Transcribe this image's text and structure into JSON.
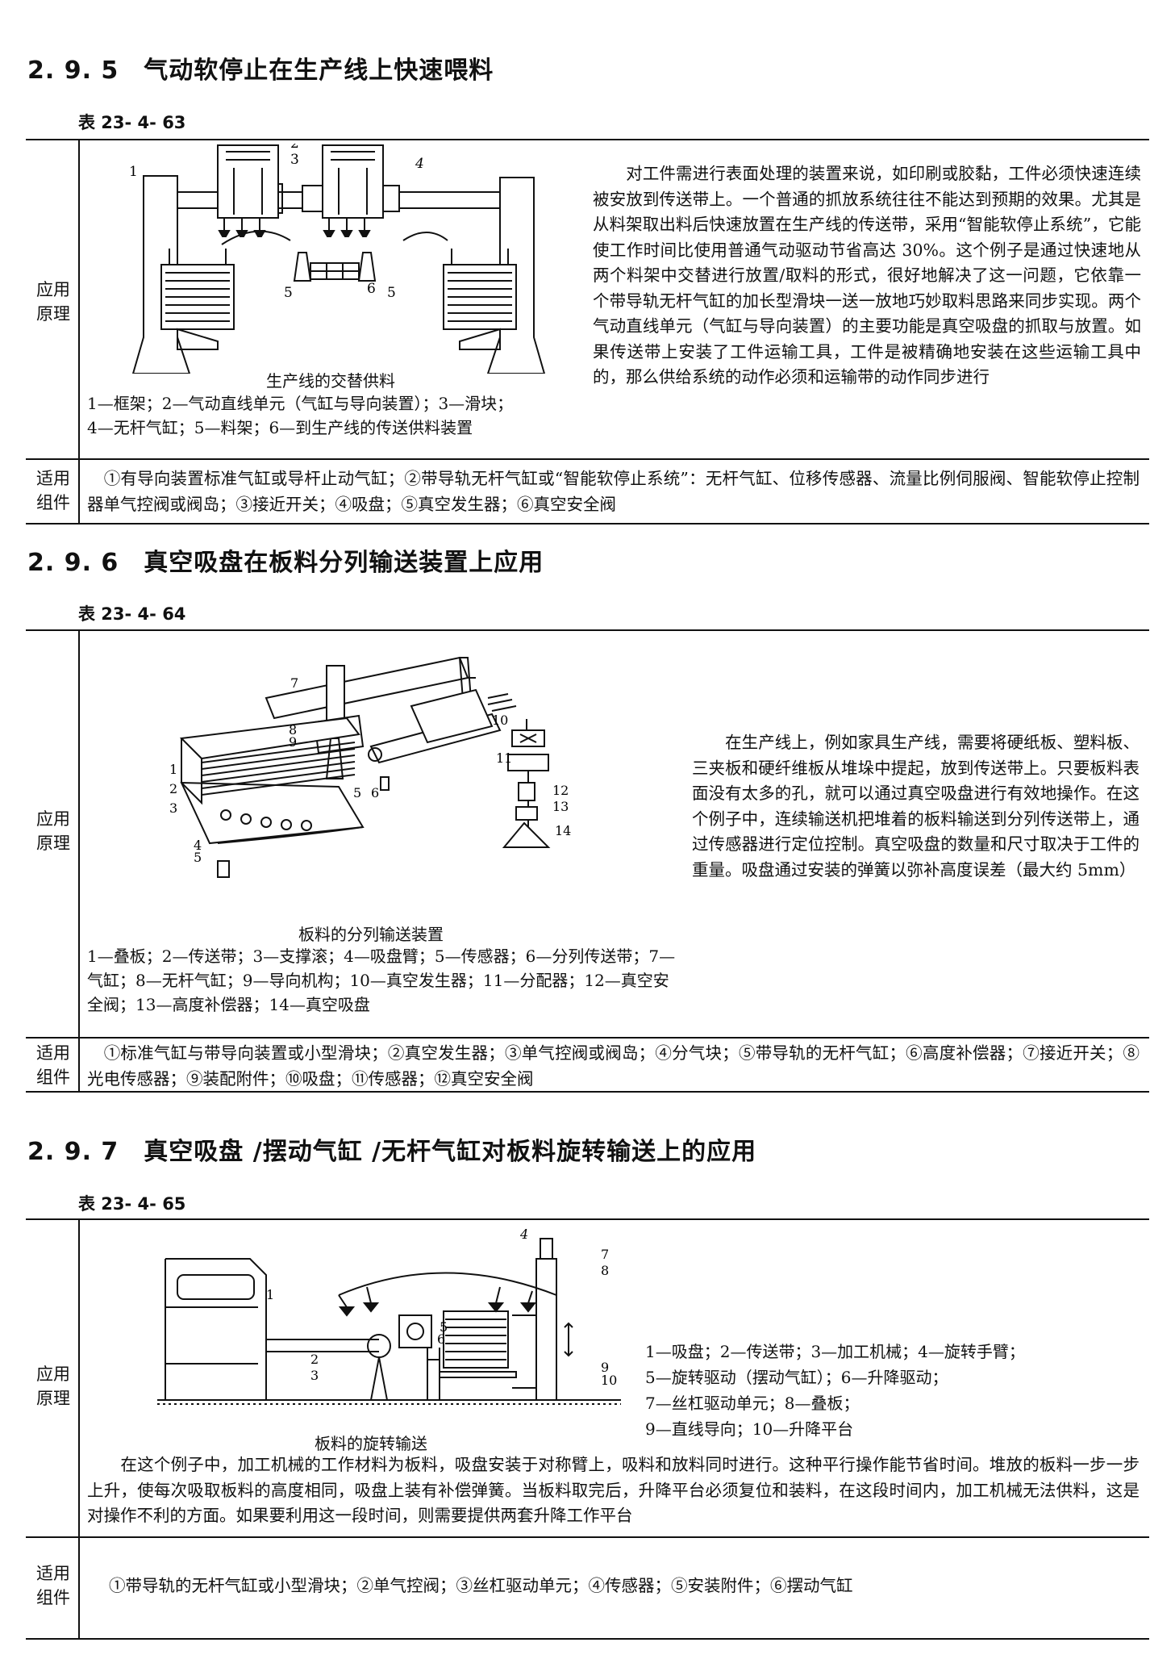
{
  "s1": {
    "title": "2. 9. 5　气动软停止在生产线上快速喂料",
    "table_no": "表 23- 4- 63",
    "row1_label": "应用\n原理",
    "fig_title": "生产线的交替供料",
    "legend_line1": "1—框架；2—气动直线单元（气缸与导向装置）；3—滑块；",
    "legend_line2": "4—无杆气缸；5—料架；6—到生产线的传送供料装置",
    "text": "　　对工件需进行表面处理的装置来说，如印刷或胶黏，工件必须快速连续被安放到传送带上。一个普通的抓放系统往往不能达到预期的效果。尤其是从料架取出料后快速放置在生产线的传送带，采用“智能软停止系统”，它能使工作时间比使用普通气动驱动节省高达 30%。这个例子是通过快速地从两个料架中交替进行放置/取料的形式，很好地解决了这一问题，它依靠一个带导轨无杆气缸的加长型滑块一送一放地巧妙取料思路来同步实现。两个气动直线单元（气缸与导向装置）的主要功能是真空吸盘的抓取与放置。如果传送带上安装了工件运输工具，工件是被精确地安装在这些运输工具中的，那么供给系统的动作必须和运输带的动作同步进行",
    "row2_label": "适用\n组件",
    "components": "　①有导向装置标准气缸或导杆止动气缸；②带导轨无杆气缸或“智能软停止系统”：无杆气缸、位移传感器、流量比例伺服阀、智能软停止控制器单气控阀或阀岛；③接近开关；④吸盘；⑤真空发生器；⑥真空安全阀",
    "fig_numbers": [
      "1",
      "2",
      "3",
      "4",
      "5",
      "6",
      "5"
    ]
  },
  "s2": {
    "title": "2. 9. 6　真空吸盘在板料分列输送装置上应用",
    "table_no": "表 23- 4- 64",
    "row1_label": "应用\n原理",
    "fig_title": "板料的分列输送装置",
    "legend": "1—叠板；2—传送带；3—支撑滚；4—吸盘臂；5—传感器；6—分列传送带；7—气缸；8—无杆气缸；9—导向机构；10—真空发生器；11—分配器；12—真空安全阀；13—高度补偿器；14—真空吸盘",
    "text": "　　在生产线上，例如家具生产线，需要将硬纸板、塑料板、三夹板和硬纤维板从堆垛中提起，放到传送带上。只要板料表面没有太多的孔，就可以通过真空吸盘进行有效地操作。在这个例子中，连续输送机把堆着的板料输送到分列传送带上，通过传感器进行定位控制。真空吸盘的数量和尺寸取决于工件的重量。吸盘通过安装的弹簧以弥补高度误差（最大约 5mm）",
    "row2_label": "适用\n组件",
    "components": "　①标准气缸与带导向装置或小型滑块；②真空发生器；③单气控阀或阀岛；④分气块；⑤带导轨的无杆气缸；⑥高度补偿器；⑦接近开关；⑧光电传感器；⑨装配附件；⑩吸盘；⑪传感器；⑫真空安全阀",
    "fig_numbers": [
      "1",
      "2",
      "3",
      "4",
      "5",
      "6",
      "7",
      "8",
      "9",
      "10",
      "11",
      "12",
      "13",
      "14",
      "5"
    ]
  },
  "s3": {
    "title": "2. 9. 7　真空吸盘 /摆动气缸 /无杆气缸对板料旋转输送上的应用",
    "table_no": "表 23- 4- 65",
    "row1_label": "应用\n原理",
    "fig_title": "板料的旋转输送",
    "legend_lines": [
      "1—吸盘；2—传送带；3—加工机械；4—旋转手臂；",
      "5—旋转驱动（摆动气缸）；6—升降驱动；",
      "7—丝杠驱动单元；8—叠板；",
      "9—直线导向；10—升降平台"
    ],
    "text": "　　在这个例子中，加工机械的工作材料为板料，吸盘安装于对称臂上，吸料和放料同时进行。这种平行操作能节省时间。堆放的板料一步一步上升，使每次吸取板料的高度相同，吸盘上装有补偿弹簧。当板料取完后，升降平台必须复位和装料，在这段时间内，加工机械无法供料，这是对操作不利的方面。如果要利用这一段时间，则需要提供两套升降工作平台",
    "row2_label": "适用\n组件",
    "components": "①带导轨的无杆气缸或小型滑块；②单气控阀；③丝杠驱动单元；④传感器；⑤安装附件；⑥摆动气缸",
    "fig_numbers": [
      "1",
      "2",
      "3",
      "4",
      "5",
      "6",
      "7",
      "8",
      "9",
      "10"
    ]
  }
}
